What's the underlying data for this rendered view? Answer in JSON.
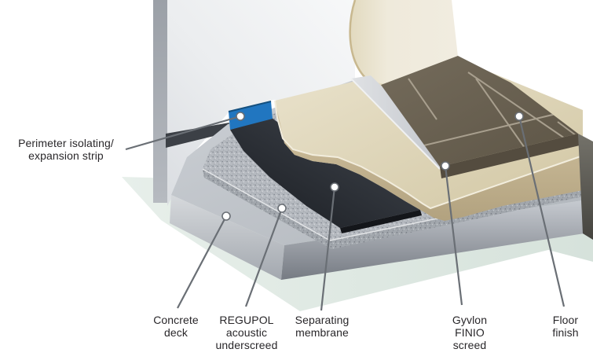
{
  "figure": {
    "type": "floor-construction-layer-diagram",
    "background": "#ffffff"
  },
  "labels": {
    "perimeter": {
      "line1": "Perimeter isolating/",
      "line2": "expansion strip"
    },
    "concrete": {
      "line1": "Concrete",
      "line2": "deck"
    },
    "regupol": {
      "line1": "REGUPOL",
      "line2": "acoustic",
      "line3": "underscreed"
    },
    "separating": {
      "line1": "Separating",
      "line2": "membrane"
    },
    "gyvlon": {
      "line1": "Gyvlon",
      "line2": "FINIO",
      "line3": "screed"
    },
    "floor": {
      "line1": "Floor",
      "line2": "finish"
    }
  },
  "colors": {
    "expansion_strip_blue": "#2176c0",
    "separating_membrane_black": "#23272d",
    "screed_beige": "#d8cdaa",
    "floor_finish_brown": "#695f50",
    "concrete_grey": "#9aa0a7",
    "regupol_speckle_grey": "#b6bac0",
    "ground_shadow_mint": "#dde7e1",
    "leader_line_grey": "#6a6f75"
  }
}
